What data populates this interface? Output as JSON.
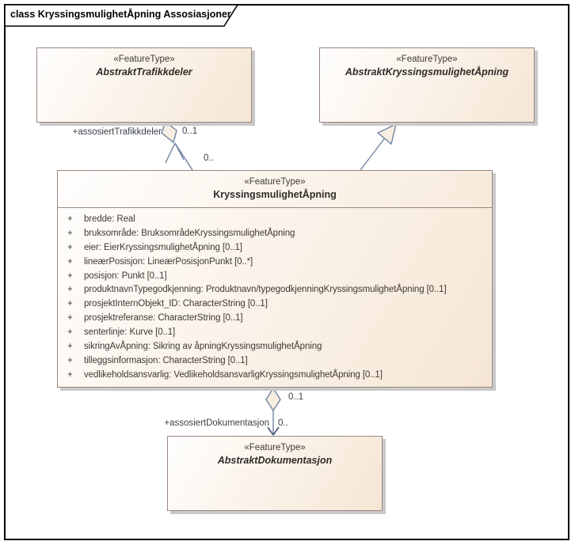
{
  "frame": {
    "title": "class KryssingsmulighetÅpning Assosiasjoner"
  },
  "classes": {
    "abstrakt_trafikkdeler": {
      "stereotype": "«FeatureType»",
      "name": "AbstraktTrafikkdeler"
    },
    "abstrakt_kryssingsmulighet_apning": {
      "stereotype": "«FeatureType»",
      "name": "AbstraktKryssingsmulighetÅpning"
    },
    "kryssingsmulighet_apning": {
      "stereotype": "«FeatureType»",
      "name": "KryssingsmulighetÅpning",
      "attributes": [
        {
          "vis": "+",
          "text": "bredde: Real"
        },
        {
          "vis": "+",
          "text": "bruksområde: BruksområdeKryssingsmulighetÅpning"
        },
        {
          "vis": "+",
          "text": "eier: EierKryssingsmulighetÅpning [0..1]"
        },
        {
          "vis": "+",
          "text": "lineærPosisjon: LineærPosisjonPunkt [0..*]"
        },
        {
          "vis": "+",
          "text": "posisjon: Punkt [0..1]"
        },
        {
          "vis": "+",
          "text": "produktnavnTypegodkjenning: Produktnavn/typegodkjenningKryssingsmulighetÅpning [0..1]"
        },
        {
          "vis": "+",
          "text": "prosjektInternObjekt_ID: CharacterString [0..1]"
        },
        {
          "vis": "+",
          "text": "prosjektreferanse: CharacterString [0..1]"
        },
        {
          "vis": "+",
          "text": "senterlinje: Kurve [0..1]"
        },
        {
          "vis": "+",
          "text": "sikringAvÅpning: Sikring av åpningKryssingsmulighetÅpning"
        },
        {
          "vis": "+",
          "text": "tilleggsinformasjon: CharacterString [0..1]"
        },
        {
          "vis": "+",
          "text": "vedlikeholdsansvarlig: VedlikeholdsansvarligKryssingsmulighetÅpning [0..1]"
        }
      ]
    },
    "abstrakt_dokumentasjon": {
      "stereotype": "«FeatureType»",
      "name": "AbstraktDokumentasjon"
    }
  },
  "connectors": {
    "trafikkdeler_aggregation": {
      "role": "+assosiertTrafikkdeler",
      "mult_near_diamond": "0..1",
      "mult_far": "0.."
    },
    "dokumentasjon_aggregation": {
      "role": "+assosiertDokumentasjon",
      "mult_near_diamond": "0..1",
      "mult_far": "0.."
    }
  },
  "colors": {
    "box_border": "#9b8682",
    "box_fill_light": "#fffefd",
    "box_fill_dark": "#f5e6d4",
    "box_shadow": "#c9c9c9",
    "connector_line": "#7083a2",
    "connector_fill": "#f7eee1",
    "frame_border": "#000000",
    "text": "#3e3933"
  }
}
